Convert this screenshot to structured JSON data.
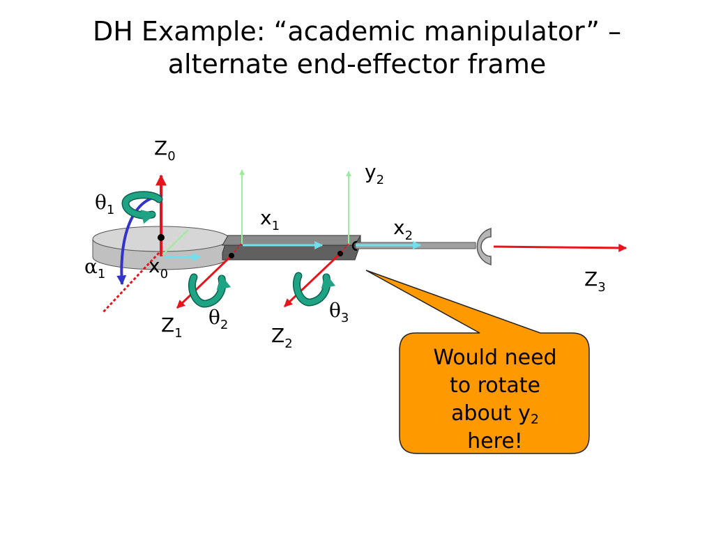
{
  "title": {
    "line1": "DH Example: “academic manipulator” –",
    "line2": "alternate end-effector frame"
  },
  "labels": {
    "z0": {
      "main": "Z",
      "sub": "0"
    },
    "y2": {
      "main": "y",
      "sub": "2"
    },
    "theta1": {
      "main": "θ",
      "sub": "1"
    },
    "x1": {
      "main": "x",
      "sub": "1"
    },
    "x2": {
      "main": "x",
      "sub": "2"
    },
    "alpha1": {
      "main": "α",
      "sub": "1"
    },
    "x0": {
      "main": "x",
      "sub": "0"
    },
    "z3": {
      "main": "Z",
      "sub": "3"
    },
    "theta3": {
      "main": "θ",
      "sub": "3"
    },
    "theta2": {
      "main": "θ",
      "sub": "2"
    },
    "z1": {
      "main": "Z",
      "sub": "1"
    },
    "z2": {
      "main": "Z",
      "sub": "2"
    }
  },
  "callout": {
    "line1": "Would need",
    "line2": "to rotate",
    "line3_main": "about y",
    "line3_sub": "2",
    "line4": "here!"
  },
  "colors": {
    "z_axis": "#e8141b",
    "x_axis": "#6fe0ee",
    "y_axis": "#99ee99",
    "rotation_green": "#1fa385",
    "rotation_blue": "#3333cc",
    "callout_fill": "#ff9900",
    "link_fill": "#808080",
    "base_fill": "#c0c0c0"
  }
}
